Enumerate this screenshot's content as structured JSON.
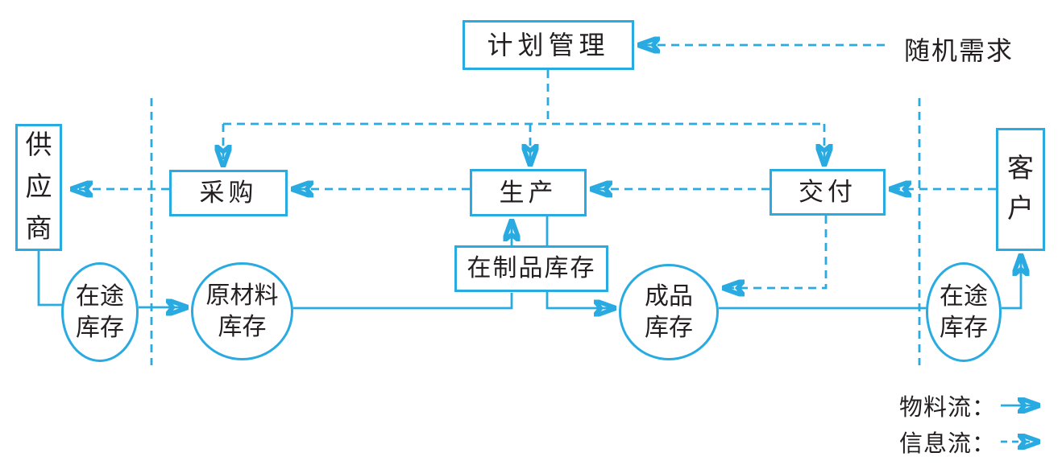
{
  "diagram": {
    "annotation": {
      "random_demand": "随机需求"
    },
    "nodes": {
      "plan": {
        "label": "计划管理"
      },
      "procurement": {
        "label": "采购"
      },
      "production": {
        "label": "生产"
      },
      "delivery": {
        "label": "交付"
      },
      "wip": {
        "label": "在制品库存"
      },
      "supplier": {
        "label": "供应商"
      },
      "customer": {
        "label": "客户"
      },
      "transit_left": {
        "label": "在途库存"
      },
      "raw_material": {
        "label": "原材料库存"
      },
      "finished_goods": {
        "label": "成品库存"
      },
      "transit_right": {
        "label": "在途库存"
      }
    },
    "legend": {
      "material_flow": "物料流：",
      "information_flow": "信息流："
    },
    "colors": {
      "accent": "#29abe2",
      "text": "#231f20",
      "background": "#ffffff"
    }
  }
}
